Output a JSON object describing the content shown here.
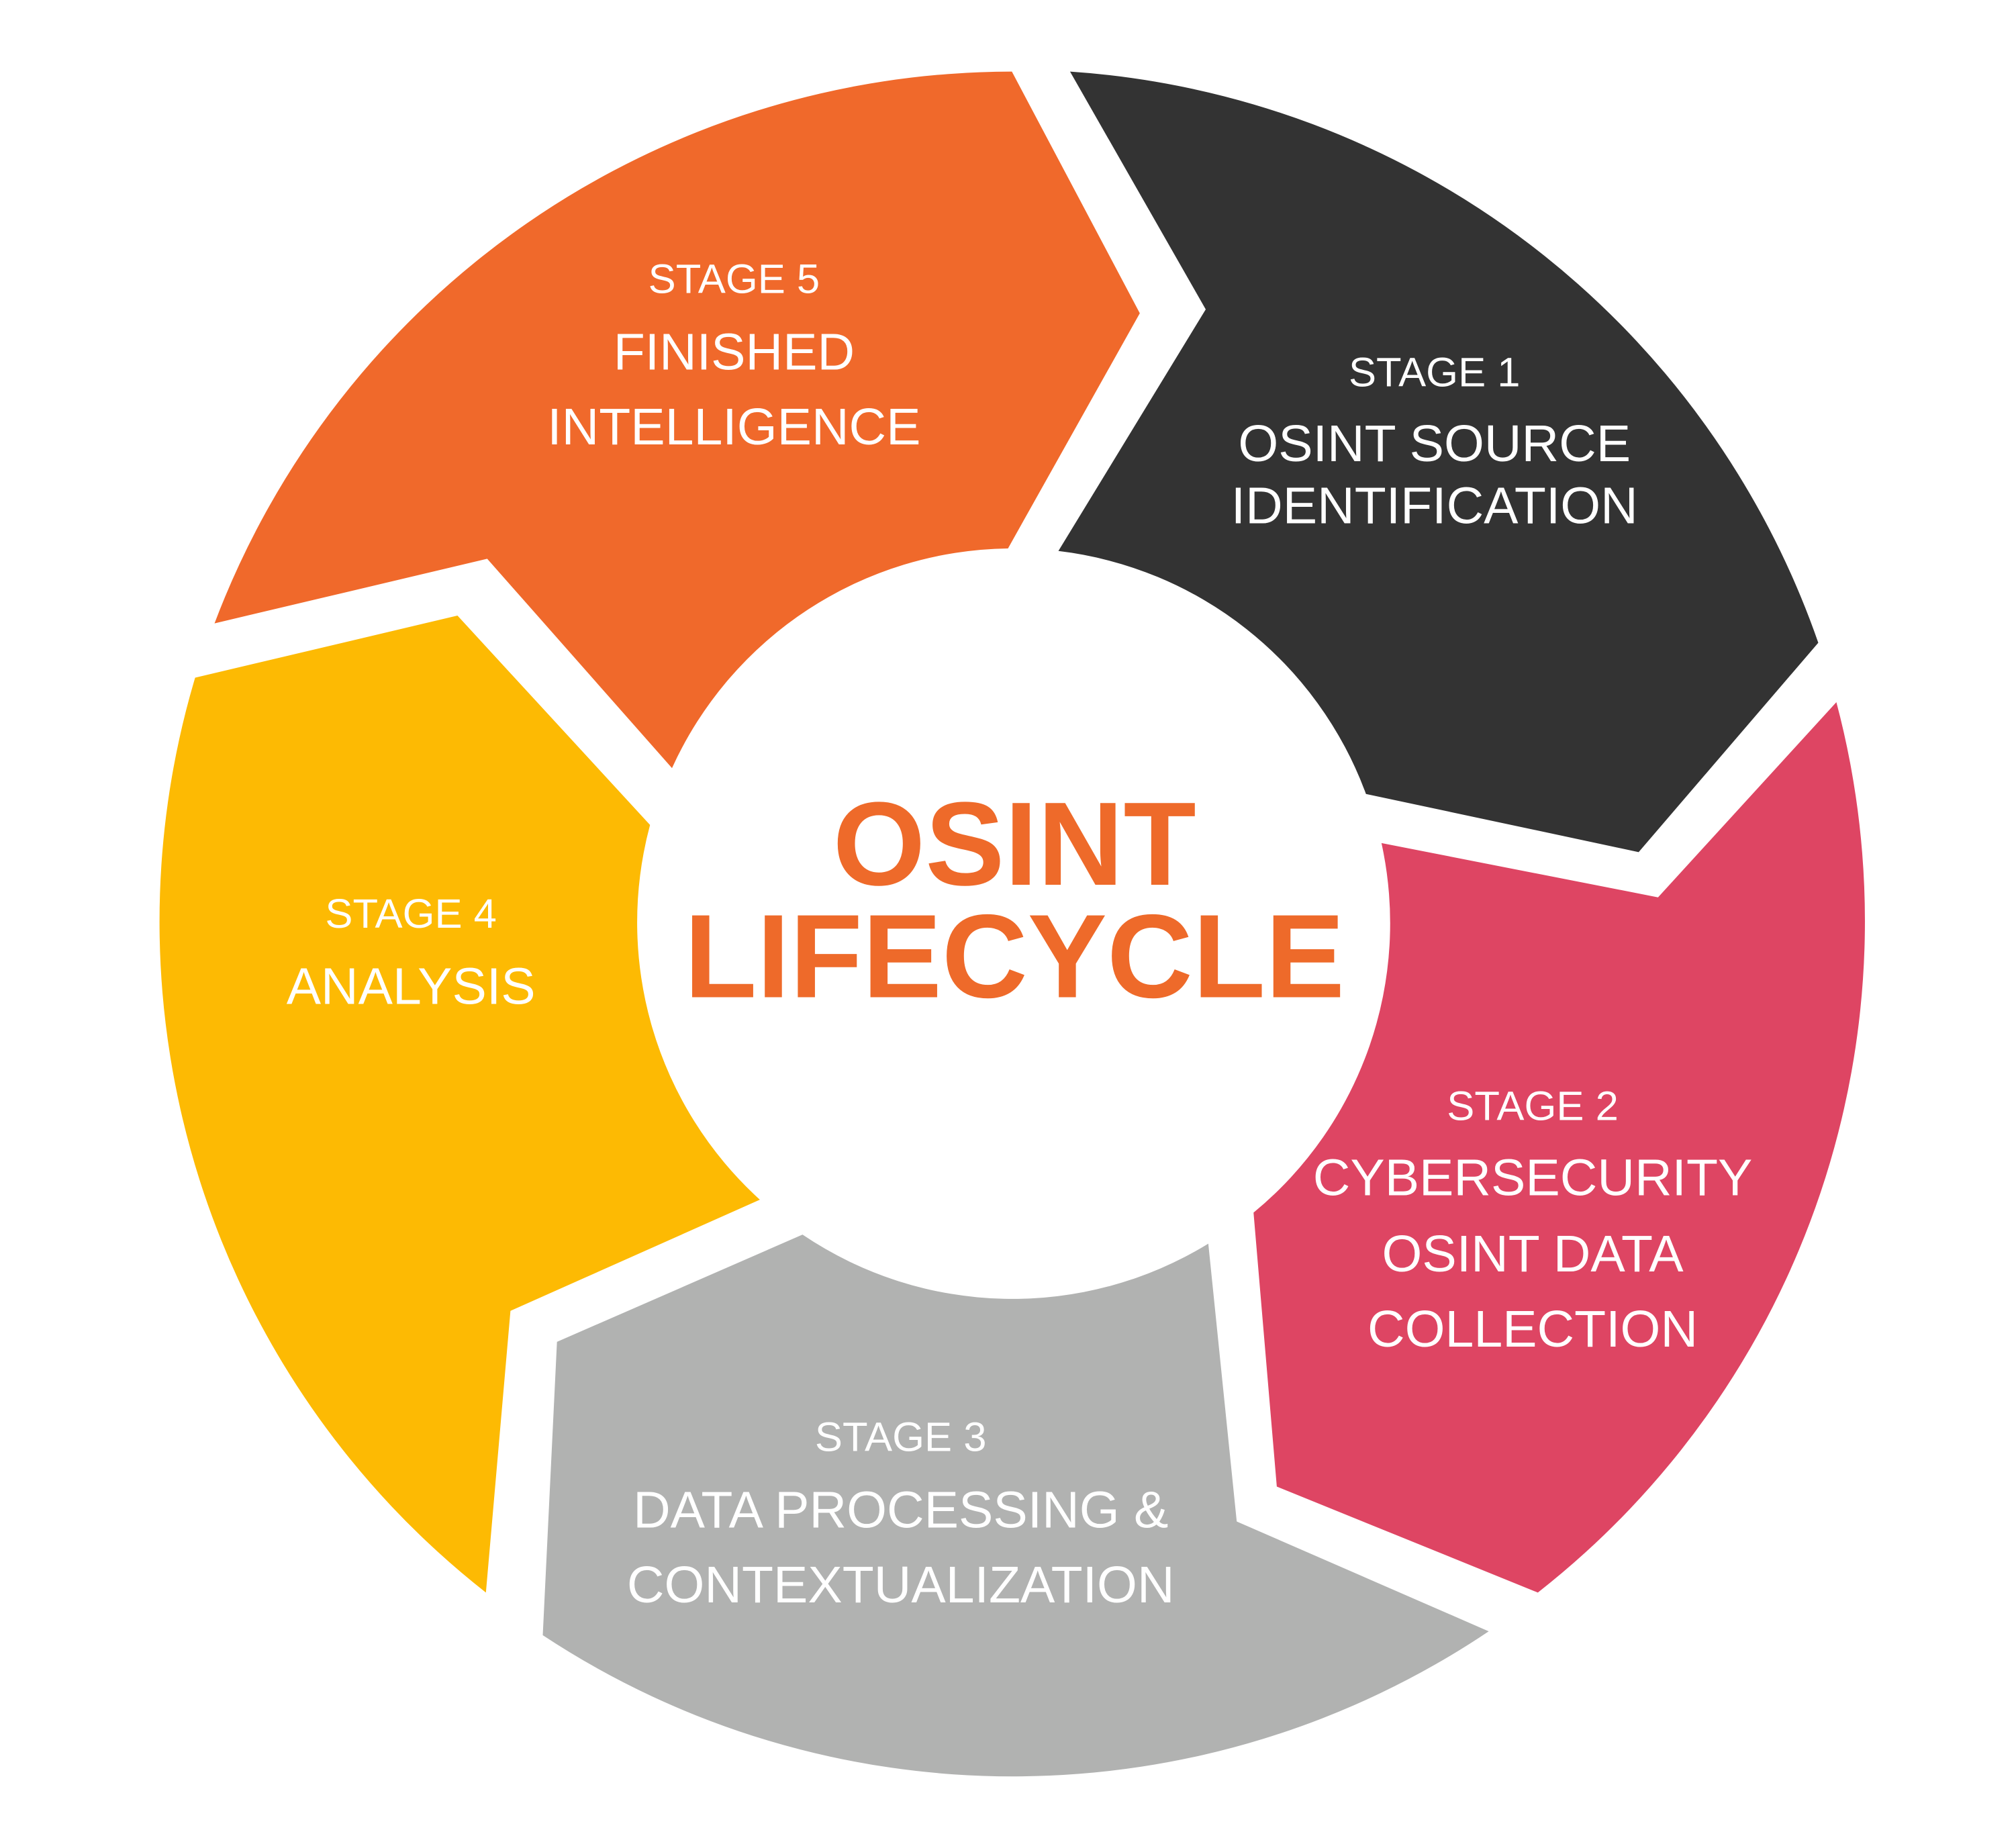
{
  "title": {
    "line1": "OSINT",
    "line2": "LIFECYCLE",
    "color": "#EE6A2A"
  },
  "stages": [
    {
      "stage": "STAGE 1",
      "lines": [
        "OSINT SOURCE",
        "IDENTIFICATION"
      ],
      "color": "#333333"
    },
    {
      "stage": "STAGE 2",
      "lines": [
        "CYBERSECURITY",
        "OSINT DATA",
        "COLLECTION"
      ],
      "color": "#DE4563"
    },
    {
      "stage": "STAGE 3",
      "lines": [
        "DATA PROCESSING &",
        "CONTEXTUALIZATION"
      ],
      "color": "#B1B2B1"
    },
    {
      "stage": "STAGE 4",
      "lines": [
        "ANALYSIS"
      ],
      "color": "#FDBA03"
    },
    {
      "stage": "STAGE 5",
      "lines": [
        "FINISHED",
        "INTELLIGENCE"
      ],
      "color": "#F0692B"
    }
  ]
}
